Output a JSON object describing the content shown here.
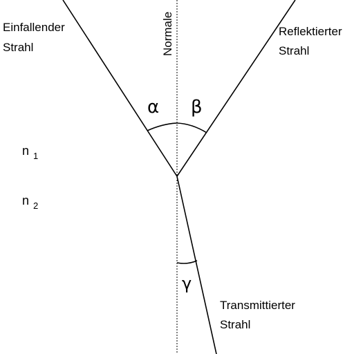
{
  "labels": {
    "incident": [
      "Einfallender",
      "Strahl"
    ],
    "reflected": [
      "Reflektierter",
      "Strahl"
    ],
    "transmitted": [
      "Transmittierter",
      "Strahl"
    ],
    "normal": "Normale"
  },
  "angles": {
    "alpha": "α",
    "beta": "β",
    "gamma": "γ"
  },
  "media": {
    "medium1": {
      "symbol": "n",
      "subscript": "1"
    },
    "medium2": {
      "symbol": "n",
      "subscript": "2"
    }
  }
}
